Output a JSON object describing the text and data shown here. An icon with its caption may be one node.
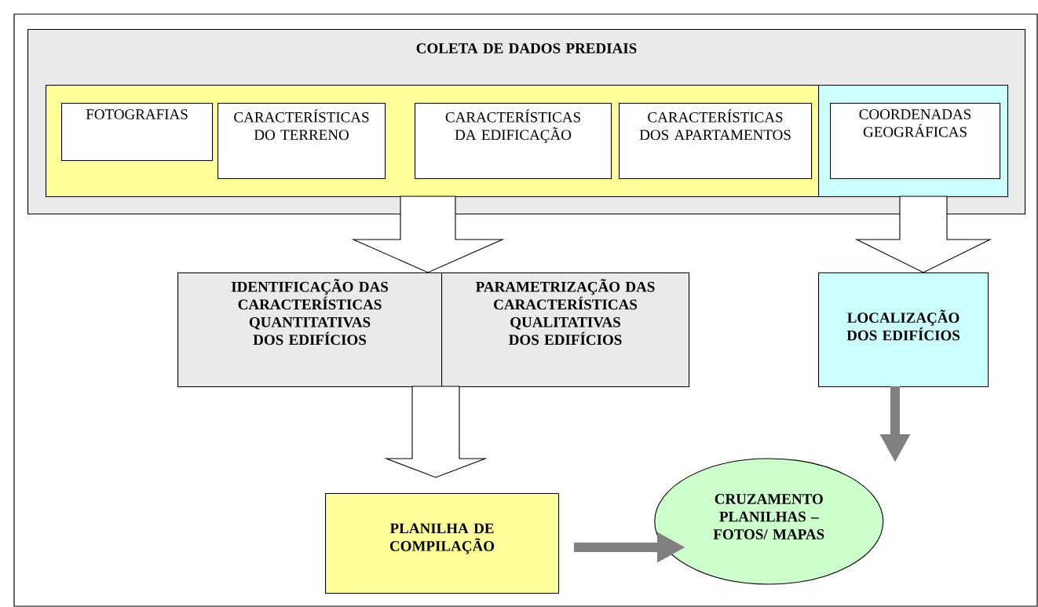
{
  "diagram": {
    "nodes": [
      {
        "text": [
          "COLETA DE DADOS PREDIAIS"
        ]
      },
      {
        "text": [],
        "shape": "box",
        "in": 0
      },
      {
        "text": [],
        "shape": "box",
        "in": 0
      },
      {
        "text": [
          "FOTOGRAFIAS"
        ],
        "in": 1
      },
      {
        "text": [
          "CARACTERÍSTICAS DO TERRENO"
        ],
        "in": 1
      },
      {
        "text": [
          "CARACTERÍSTICAS DA EDIFICAÇÃO"
        ],
        "in": 1
      },
      {
        "text": [
          "CARACTERÍSTICAS DOS APARTAMENTOS"
        ],
        "in": 1
      },
      {
        "text": [
          "COORDENADAS GEOGRÁFICAS"
        ],
        "in": 2
      },
      {
        "text": [
          "IDENTIFICAÇÃO DAS CARACTERÍSTICAS QUANTITATIVAS DOS EDIFÍCIOS"
        ]
      },
      {
        "text": [
          "PARAMETRIZAÇÃO DAS CARACTERÍSTICAS QUALITATIVAS DOS EDIFÍCIOS"
        ]
      },
      {
        "text": [
          "LOCALIZAÇÃO DOS EDIFÍCIOS"
        ]
      },
      {
        "text": [
          "PLANILHA DE COMPILAÇÃO"
        ]
      },
      {
        "text": [
          "CRUZAMENTO PLANILHAS – FOTOS/ MAPAS"
        ]
      }
    ],
    "edges": [
      {
        "from": 1,
        "to": 8,
        "arrow": "to"
      },
      {
        "from": 1,
        "to": 9,
        "arrow": "to"
      },
      {
        "from": 2,
        "to": 10,
        "arrow": "to"
      },
      {
        "from": 8,
        "to": 11,
        "arrow": "to"
      },
      {
        "from": 9,
        "to": 11,
        "arrow": "to"
      },
      {
        "from": 10,
        "to": 12,
        "arrow": "to",
        "color": "#808080"
      },
      {
        "from": 11,
        "to": 12,
        "arrow": "to",
        "color": "#808080"
      }
    ]
  }
}
